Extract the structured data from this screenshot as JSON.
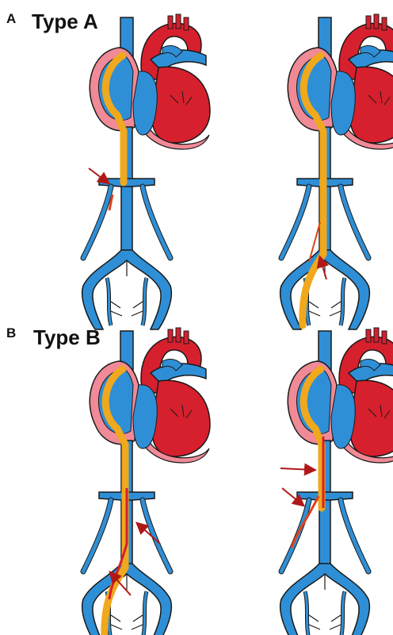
{
  "panels": [
    {
      "letter": "A",
      "title": "Type A"
    },
    {
      "letter": "B",
      "title": "Type B"
    }
  ],
  "colors": {
    "vein": "#2f8fd6",
    "atrium": "#f08a96",
    "aorta": "#d6202e",
    "catheter": "#f0a81c",
    "outline": "#1a1a1a",
    "arrow": "#b01818",
    "lesion": "#e0421a"
  },
  "icons": [
    "heart-illustration",
    "vein-tree",
    "catheter",
    "red-arrow"
  ]
}
